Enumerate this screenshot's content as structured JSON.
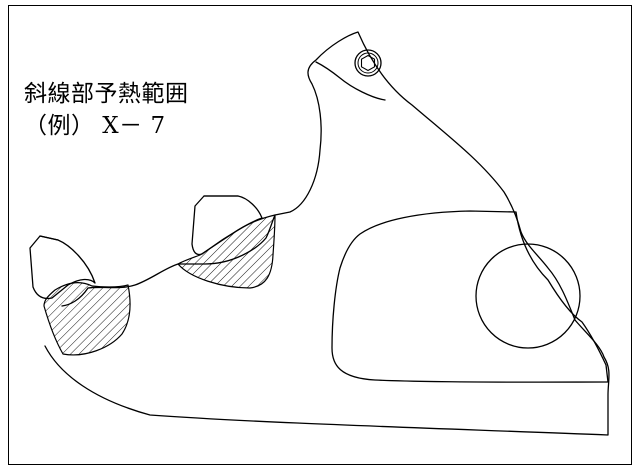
{
  "caption": {
    "line1": "斜線部予熱範囲",
    "line2": "（例） X－ 7"
  },
  "colors": {
    "line": "#000000",
    "background": "#ffffff",
    "hatch": "#000000"
  },
  "parts": [
    "excavator-bucket-tooth-adapter-outline",
    "upper-left-tooth-tip",
    "middle-tooth-tip",
    "lower-hatched-preheat-area",
    "middle-hatched-preheat-area",
    "bolt-icon",
    "pin-hole-circle",
    "inner-cutout"
  ]
}
